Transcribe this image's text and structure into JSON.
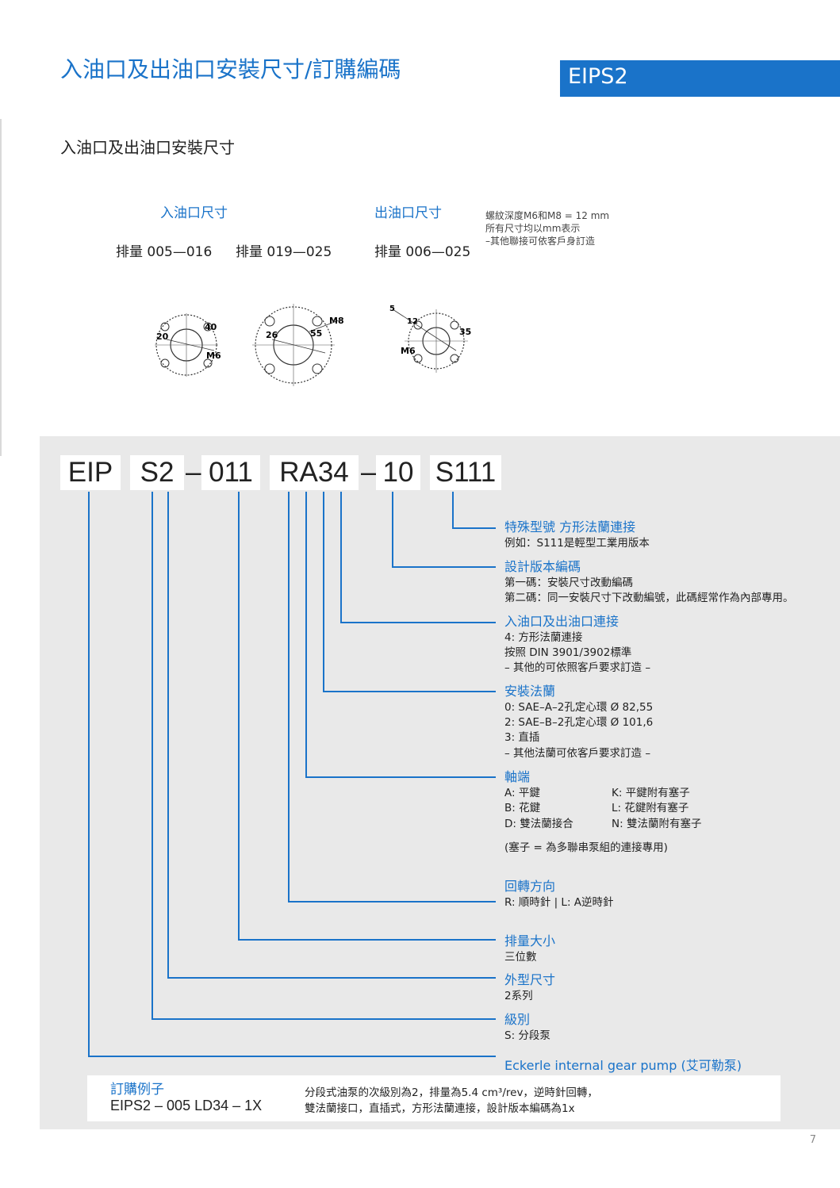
{
  "header": {
    "title": "入油口及出油口安裝尺寸/訂購編碼",
    "badge": "EIPS2"
  },
  "section": {
    "title": "入油口及出油口安裝尺寸",
    "inlet_heading": "入油口尺寸",
    "outlet_heading": "出油口尺寸",
    "displacement_1": "排量 005—016",
    "displacement_2": "排量 019—025",
    "displacement_3": "排量 006—025",
    "notes": [
      "螺紋深度M6和M8 = 12 mm",
      "所有尺寸均以mm表示",
      "–其他聯接可依客戶身訂造"
    ]
  },
  "drawings": {
    "d1": {
      "a": "40",
      "b": "20",
      "c": "M6"
    },
    "d2": {
      "a": "M8",
      "b": "26",
      "c": "55"
    },
    "d3": {
      "a": "5",
      "b": "12",
      "c": "35",
      "d": "M6"
    }
  },
  "code": {
    "segments": [
      "EIP",
      "S2",
      "011",
      "RA34",
      "10",
      "S111"
    ],
    "dash": "–"
  },
  "items": [
    {
      "title": "特殊型號 方形法蘭連接",
      "lines": [
        "例如：S111是輕型工業用版本"
      ]
    },
    {
      "title": "設計版本編碼",
      "lines": [
        "第一碼：安裝尺寸改動編碼",
        "第二碼：同一安裝尺寸下改動編號，此碼經常作為內部專用。"
      ]
    },
    {
      "title": "入油口及出油口連接",
      "lines": [
        "4: 方形法蘭連接",
        "按照 DIN 3901/3902標準",
        "– 其他的可依照客戶要求訂造 –"
      ]
    },
    {
      "title": "安裝法蘭",
      "lines": [
        "0: SAE–A–2孔定心環 Ø 82,55",
        "2: SAE–B–2孔定心環 Ø 101,6",
        "3: 直插",
        "– 其他法蘭可依客戶要求訂造 –"
      ]
    },
    {
      "title": "軸端",
      "left": [
        "A: 平鍵",
        "B: 花鍵",
        "D: 雙法蘭接合"
      ],
      "right": [
        "K: 平鍵附有塞子",
        "L: 花鍵附有塞子",
        "N: 雙法蘭附有塞子"
      ],
      "note": "(塞子 = 為多聯串泵組的連接專用)"
    },
    {
      "title": "回轉方向",
      "lines": [
        "R: 順時針 | L: A逆時針"
      ]
    },
    {
      "title": "排量大小",
      "lines": [
        "三位數"
      ]
    },
    {
      "title": "外型尺寸",
      "lines": [
        "2系列"
      ]
    },
    {
      "title": "級別",
      "lines": [
        "S: 分段泵"
      ]
    },
    {
      "title": "Eckerle internal gear pump (艾可勒泵)",
      "lines": []
    }
  ],
  "example": {
    "label": "訂購例子",
    "code": "EIPS2 – 005 LD34 – 1X",
    "desc_1": "分段式油泵的次級別為2，排量為5.4 cm³/rev，逆時針回轉，",
    "desc_2": "雙法蘭接口，直插式，方形法蘭連接，設計版本編碼為1x"
  },
  "page_number": "7",
  "colors": {
    "accent": "#1a73c9",
    "panel": "#e9e9e9"
  }
}
